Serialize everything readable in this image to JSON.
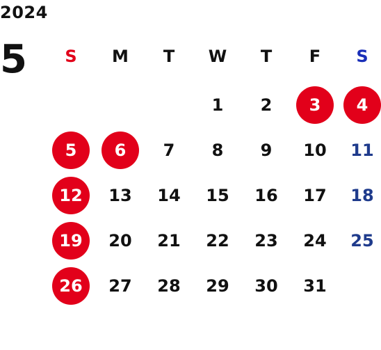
{
  "year": "2024",
  "month": "5",
  "colors": {
    "text": "#111111",
    "sunday_header": "#e2001a",
    "saturday_header": "#1a2fb8",
    "saturday_date": "#1f3b8c",
    "holiday_circle": "#e2001a",
    "holiday_text": "#ffffff"
  },
  "weekdays": [
    "S",
    "M",
    "T",
    "W",
    "T",
    "F",
    "S"
  ],
  "days": [
    {
      "label": "1",
      "week": 0,
      "dow": 3
    },
    {
      "label": "2",
      "week": 0,
      "dow": 4
    },
    {
      "label": "3",
      "week": 0,
      "dow": 5,
      "holiday": true
    },
    {
      "label": "4",
      "week": 0,
      "dow": 6,
      "holiday": true
    },
    {
      "label": "5",
      "week": 1,
      "dow": 0,
      "holiday": true
    },
    {
      "label": "6",
      "week": 1,
      "dow": 1,
      "holiday": true
    },
    {
      "label": "7",
      "week": 1,
      "dow": 2
    },
    {
      "label": "8",
      "week": 1,
      "dow": 3
    },
    {
      "label": "9",
      "week": 1,
      "dow": 4
    },
    {
      "label": "10",
      "week": 1,
      "dow": 5
    },
    {
      "label": "11",
      "week": 1,
      "dow": 6
    },
    {
      "label": "12",
      "week": 2,
      "dow": 0,
      "holiday": true
    },
    {
      "label": "13",
      "week": 2,
      "dow": 1
    },
    {
      "label": "14",
      "week": 2,
      "dow": 2
    },
    {
      "label": "15",
      "week": 2,
      "dow": 3
    },
    {
      "label": "16",
      "week": 2,
      "dow": 4
    },
    {
      "label": "17",
      "week": 2,
      "dow": 5
    },
    {
      "label": "18",
      "week": 2,
      "dow": 6
    },
    {
      "label": "19",
      "week": 3,
      "dow": 0,
      "holiday": true
    },
    {
      "label": "20",
      "week": 3,
      "dow": 1
    },
    {
      "label": "21",
      "week": 3,
      "dow": 2
    },
    {
      "label": "22",
      "week": 3,
      "dow": 3
    },
    {
      "label": "23",
      "week": 3,
      "dow": 4
    },
    {
      "label": "24",
      "week": 3,
      "dow": 5
    },
    {
      "label": "25",
      "week": 3,
      "dow": 6
    },
    {
      "label": "26",
      "week": 4,
      "dow": 0,
      "holiday": true
    },
    {
      "label": "27",
      "week": 4,
      "dow": 1
    },
    {
      "label": "28",
      "week": 4,
      "dow": 2
    },
    {
      "label": "29",
      "week": 4,
      "dow": 3
    },
    {
      "label": "30",
      "week": 4,
      "dow": 4
    },
    {
      "label": "31",
      "week": 4,
      "dow": 5
    }
  ]
}
